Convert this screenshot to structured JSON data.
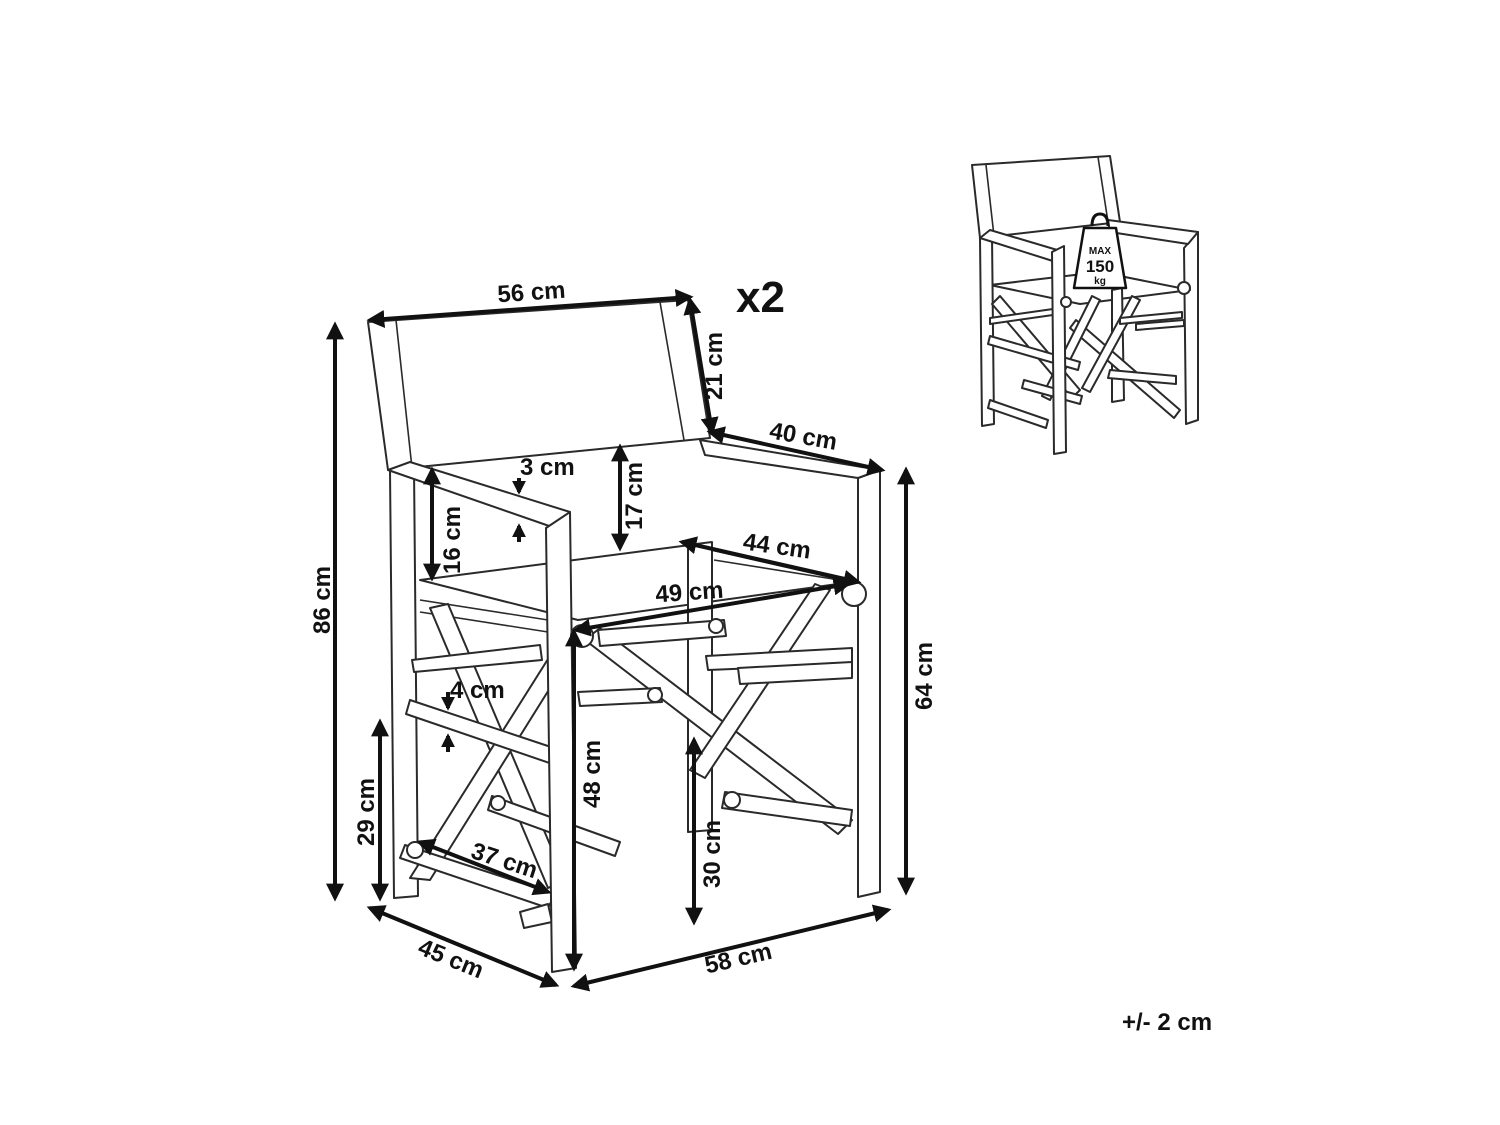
{
  "quantity_label": "x2",
  "tolerance_label": "+/- 2 cm",
  "max_load": {
    "line1": "MAX",
    "line2": "150",
    "line3": "kg"
  },
  "dimensions": {
    "total_height": "86 cm",
    "backrest_width": "56 cm",
    "backrest_height": "21 cm",
    "armrest_length": "40 cm",
    "armrest_thickness": "3 cm",
    "armrest_above_seat": "17 cm",
    "side_panel_height": "16 cm",
    "seat_depth": "44 cm",
    "seat_width": "49 cm",
    "stretcher_thickness": "4 cm",
    "armrest_height": "64 cm",
    "front_leg_height": "48 cm",
    "crossbar_height": "29 cm",
    "footrest_length": "37 cm",
    "rear_crossbar_height": "30 cm",
    "depth": "45 cm",
    "width": "58 cm"
  }
}
